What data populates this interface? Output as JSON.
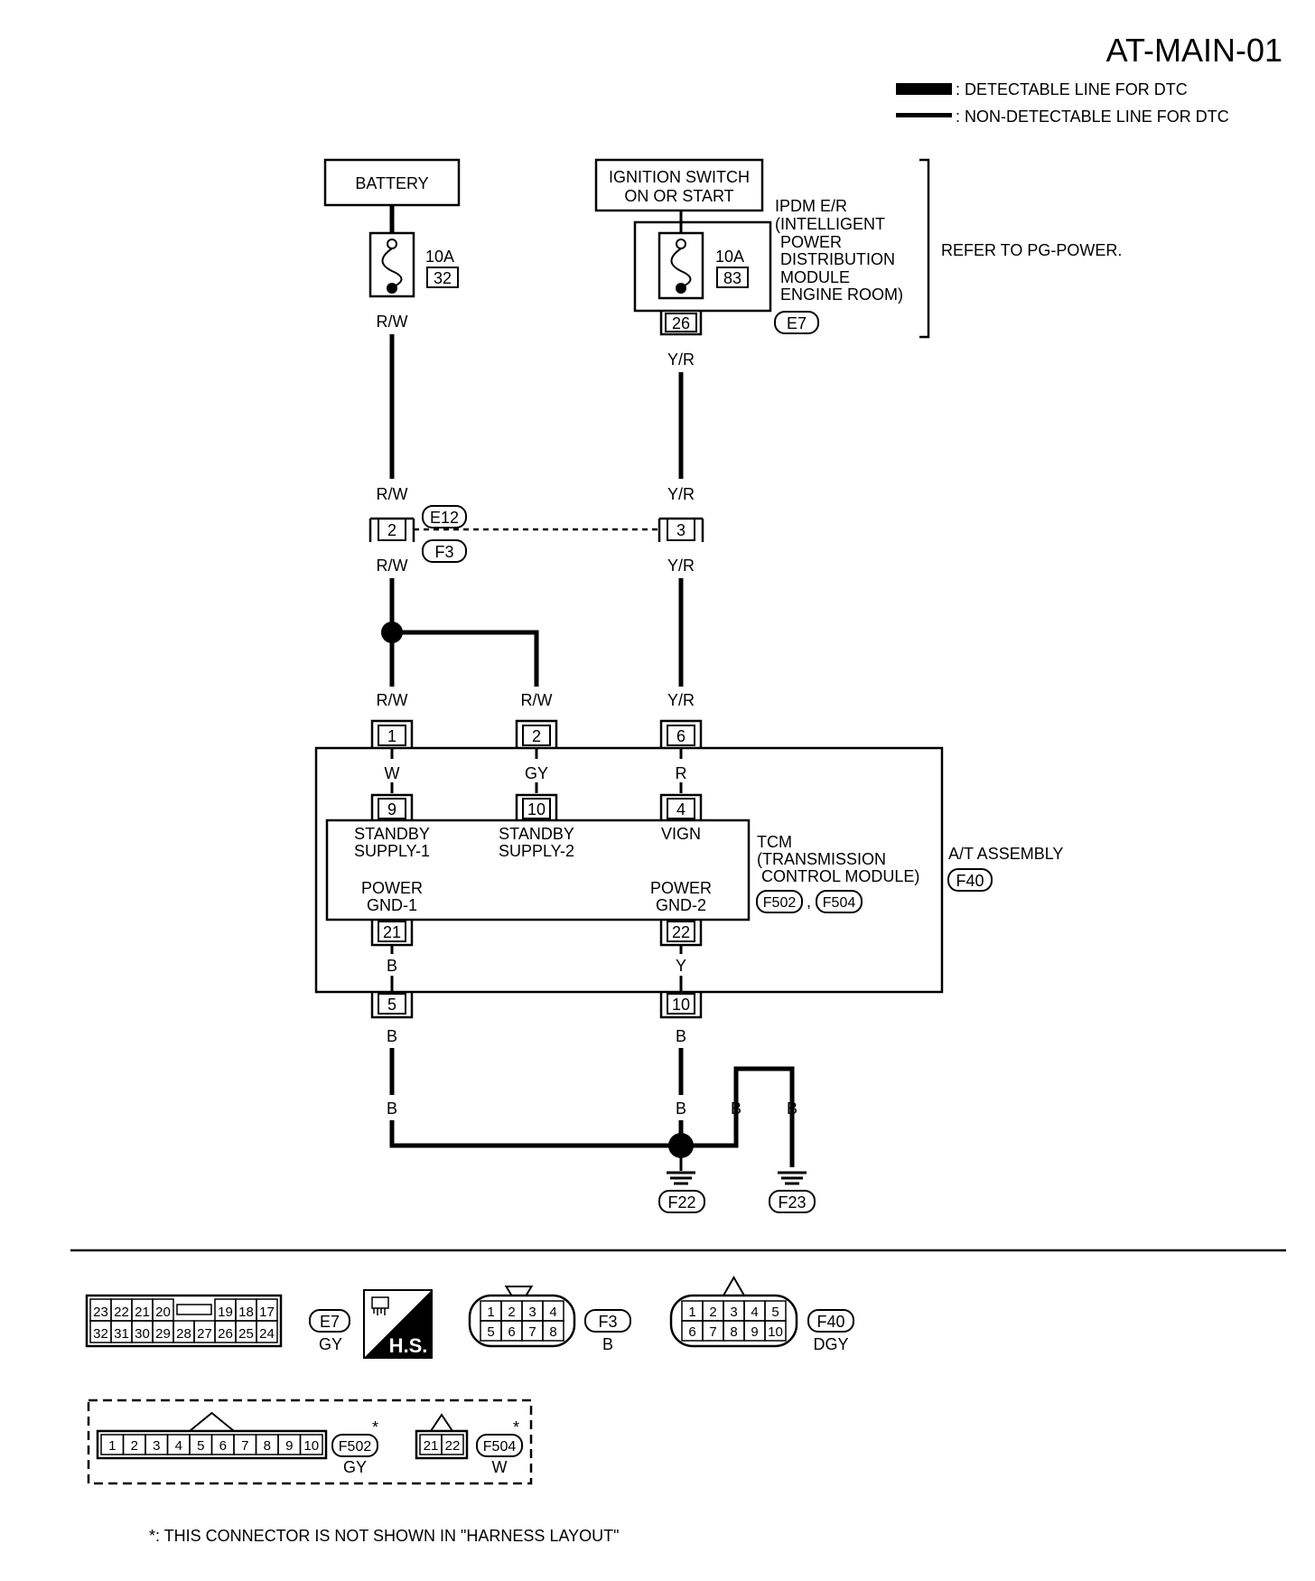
{
  "header": {
    "title": "AT-MAIN-01",
    "legend_detectable": ": DETECTABLE LINE FOR DTC",
    "legend_non_detectable": ": NON-DETECTABLE LINE FOR DTC"
  },
  "power": {
    "battery_label": "BATTERY",
    "battery_fuse_rating": "10A",
    "battery_fuse_no": "32",
    "ignition_label_line1": "IGNITION SWITCH",
    "ignition_label_line2": "ON OR START",
    "ign_fuse_rating": "10A",
    "ign_fuse_no": "83",
    "ipdm_line1": "IPDM E/R",
    "ipdm_line2": "(INTELLIGENT",
    "ipdm_line3": "POWER",
    "ipdm_line4": "DISTRIBUTION",
    "ipdm_line5": "MODULE",
    "ipdm_line6": "ENGINE ROOM)",
    "ipdm_pin": "26",
    "ipdm_connector": "E7",
    "refer_note": "REFER TO PG-POWER."
  },
  "wires": {
    "rw": "R/W",
    "yr": "Y/R",
    "w": "W",
    "gy": "GY",
    "r": "R",
    "b": "B",
    "y": "Y"
  },
  "joint_connector": {
    "conn_upper": "E12",
    "conn_lower": "F3",
    "pin_left": "2",
    "pin_right": "3"
  },
  "assembly": {
    "pins_top": [
      "1",
      "2",
      "6"
    ],
    "pins_inner_top": [
      "9",
      "10",
      "4"
    ],
    "pins_inner_bottom": [
      "21",
      "22"
    ],
    "pins_bottom": [
      "5",
      "10"
    ],
    "standby1_line1": "STANDBY",
    "standby1_line2": "SUPPLY-1",
    "standby2_line1": "STANDBY",
    "standby2_line2": "SUPPLY-2",
    "vign": "VIGN",
    "gnd1_line1": "POWER",
    "gnd1_line2": "GND-1",
    "gnd2_line1": "POWER",
    "gnd2_line2": "GND-2",
    "tcm_line1": "TCM",
    "tcm_line2": "(TRANSMISSION",
    "tcm_line3": "CONTROL MODULE)",
    "tcm_conn1": "F502",
    "tcm_conn_sep": ",",
    "tcm_conn2": "F504",
    "at_label": "A/T ASSEMBLY",
    "at_conn": "F40"
  },
  "grounds": {
    "g1": "F22",
    "g2": "F23"
  },
  "connectors": {
    "e7_top": [
      "23",
      "22",
      "21",
      "20",
      "19",
      "18",
      "17"
    ],
    "e7_bottom": [
      "32",
      "31",
      "30",
      "29",
      "28",
      "27",
      "26",
      "25",
      "24"
    ],
    "e7_id": "E7",
    "e7_color": "GY",
    "hs_label": "H.S.",
    "f3_top": [
      "1",
      "2",
      "3",
      "4"
    ],
    "f3_bottom": [
      "5",
      "6",
      "7",
      "8"
    ],
    "f3_id": "F3",
    "f3_color": "B",
    "f40_top": [
      "1",
      "2",
      "3",
      "4",
      "5"
    ],
    "f40_bottom": [
      "6",
      "7",
      "8",
      "9",
      "10"
    ],
    "f40_id": "F40",
    "f40_color": "DGY",
    "f502_pins": [
      "1",
      "2",
      "3",
      "4",
      "5",
      "6",
      "7",
      "8",
      "9",
      "10"
    ],
    "f502_id": "F502",
    "f502_color": "GY",
    "f504_pins": [
      "21",
      "22"
    ],
    "f504_id": "F504",
    "f504_color": "W",
    "asterisk": "*"
  },
  "footnote": "*: THIS CONNECTOR IS NOT SHOWN IN \"HARNESS LAYOUT\""
}
